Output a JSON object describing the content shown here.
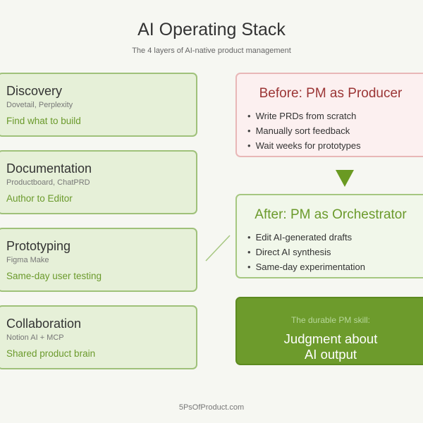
{
  "header": {
    "title": "AI Operating Stack",
    "subtitle": "The 4 layers of AI-native product management"
  },
  "layers": [
    {
      "name": "Discovery",
      "tools": "Dovetail, Perplexity",
      "goal": "Find what to build"
    },
    {
      "name": "Documentation",
      "tools": "Productboard, ChatPRD",
      "goal": "Author to Editor"
    },
    {
      "name": "Prototyping",
      "tools": "Figma Make",
      "goal": "Same-day user testing"
    },
    {
      "name": "Collaboration",
      "tools": "Notion AI + MCP",
      "goal": "Shared product brain"
    }
  ],
  "before": {
    "title": "Before: PM as Producer",
    "bullets": [
      "Write PRDs from scratch",
      "Manually sort feedback",
      "Wait weeks for prototypes"
    ]
  },
  "after": {
    "title": "After: PM as Orchestrator",
    "bullets": [
      "Edit AI-generated drafts",
      "Direct AI synthesis",
      "Same-day experimentation"
    ]
  },
  "skill": {
    "label": "The durable PM skill:",
    "line1": "Judgment about",
    "line2": "AI output"
  },
  "footer": "5PsOfProduct.com",
  "colors": {
    "background": "#f6f7f2",
    "layer_fill": "#e6f0d8",
    "layer_border": "#9fc17a",
    "accent_green": "#6b9a2c",
    "before_fill": "#fcf0f0",
    "before_border": "#e8b7b7",
    "before_title": "#9b3535",
    "skill_fill": "#6d9b2c"
  },
  "bullet_glyph": "•"
}
